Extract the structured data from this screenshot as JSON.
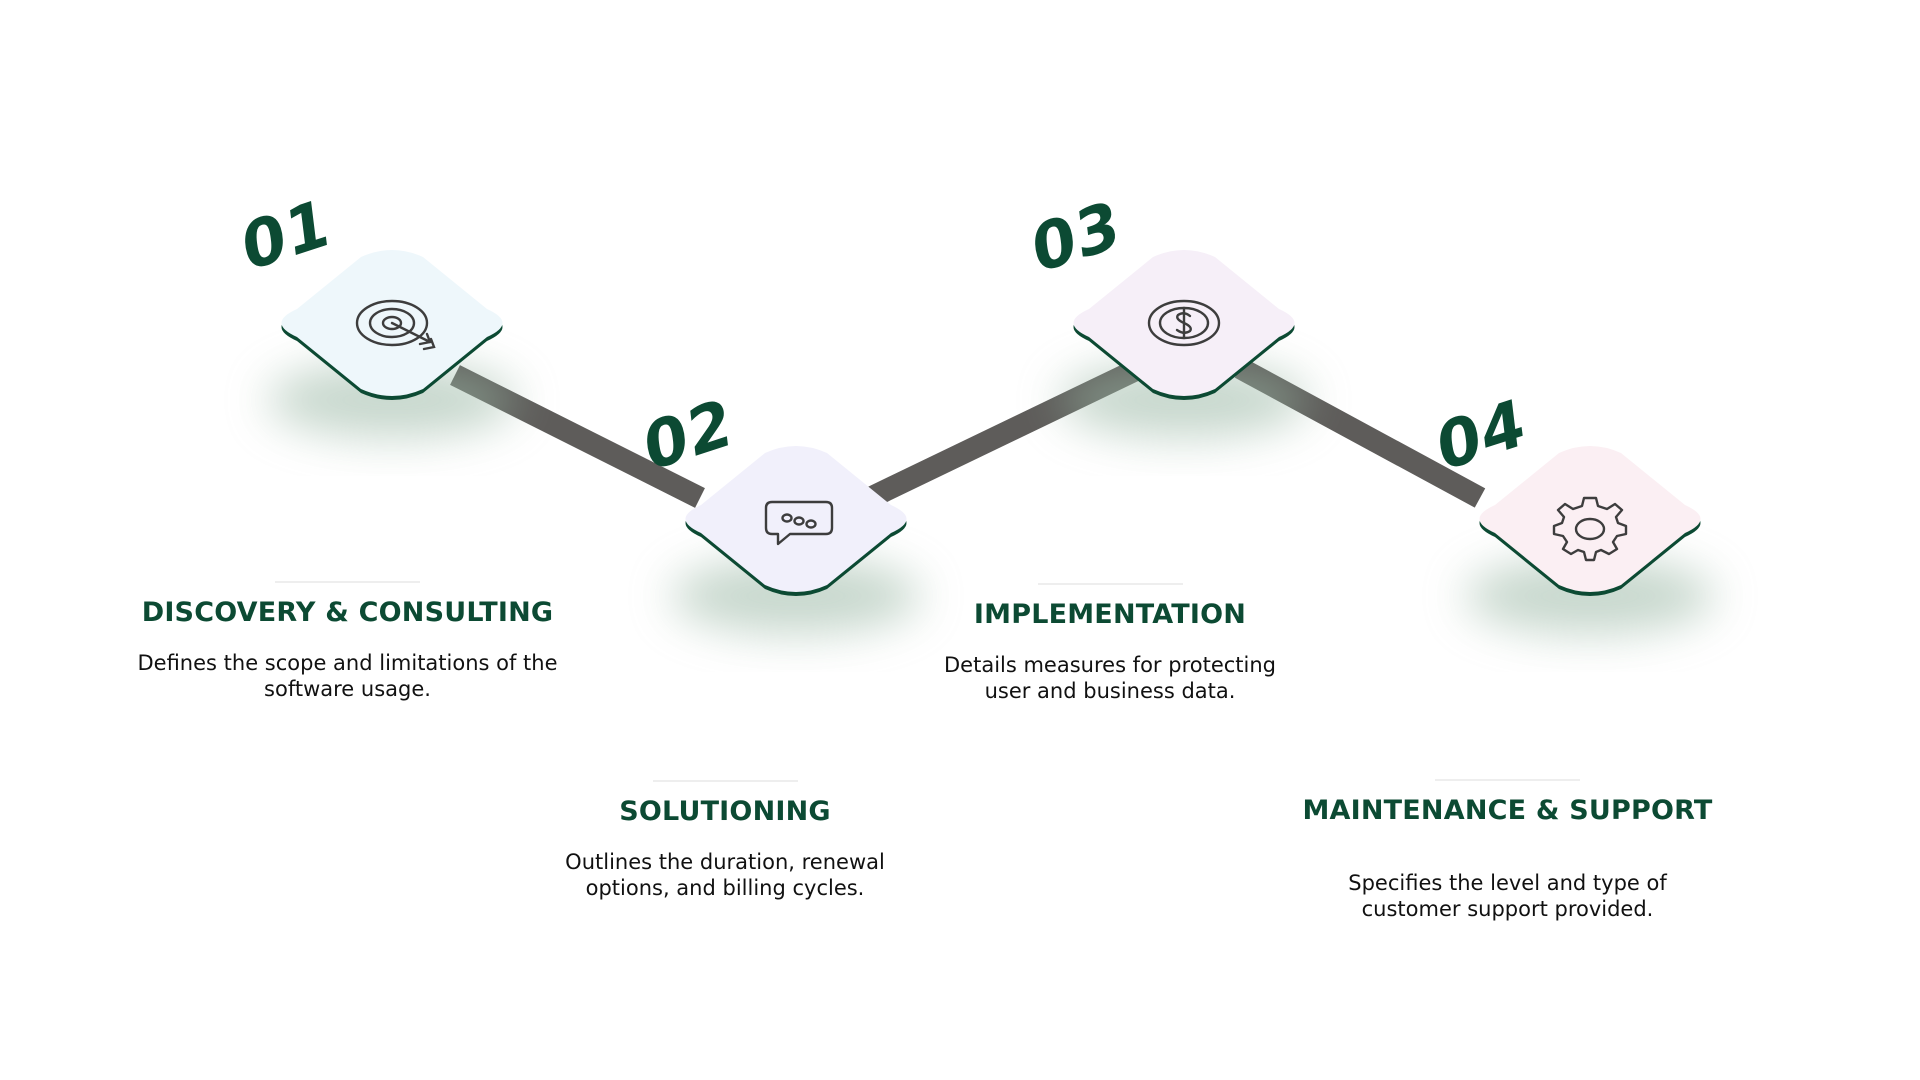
{
  "colors": {
    "title": "#0c4a33",
    "number": "#0c4a33",
    "card_edge": "#0c4a33",
    "connector": "#5e5c5a",
    "icon": "#3d3d3d",
    "description": "#111111"
  },
  "steps": [
    {
      "number": "01",
      "title": "DISCOVERY & CONSULTING",
      "description": "Defines the scope and limitations of the software usage.",
      "icon": "target-arrow-icon",
      "tile_color": "#eef7fb"
    },
    {
      "number": "02",
      "title": "SOLUTIONING",
      "description": "Outlines the duration, renewal options, and billing cycles.",
      "icon": "chat-bubble-icon",
      "tile_color": "#f1f0fb"
    },
    {
      "number": "03",
      "title": "IMPLEMENTATION",
      "description": "Details measures for protecting user and business data.",
      "icon": "dollar-coin-icon",
      "tile_color": "#f6eff8"
    },
    {
      "number": "04",
      "title": "MAINTENANCE & SUPPORT",
      "description": "Specifies the level and type of customer support provided.",
      "icon": "gear-icon",
      "tile_color": "#fbeff3"
    }
  ]
}
